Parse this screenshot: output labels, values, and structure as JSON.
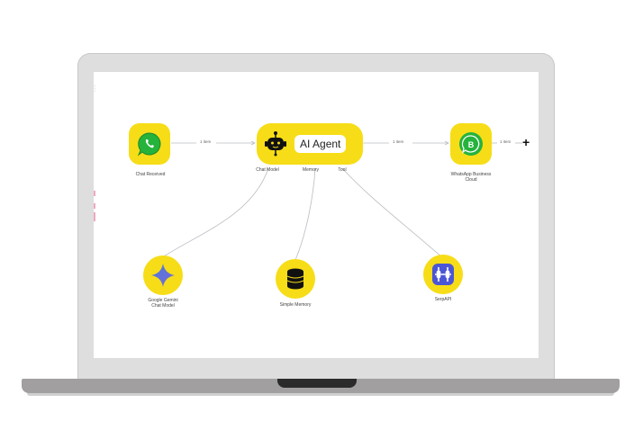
{
  "workflow": {
    "nodes": {
      "trigger": {
        "label": "Chat Received",
        "icon": "whatsapp-icon"
      },
      "agent": {
        "label": "AI Agent",
        "icon": "robot-icon",
        "ports": [
          "Chat Model",
          "Memory",
          "Tool"
        ]
      },
      "output": {
        "label_line1": "WhatsApp Business",
        "label_line2": "Cloud",
        "icon": "whatsapp-business-icon"
      },
      "model": {
        "label_line1": "Google Gemini",
        "label_line2": "Chat Model",
        "icon": "gemini-star-icon"
      },
      "memory": {
        "label": "Simple Memory",
        "icon": "database-icon"
      },
      "tool": {
        "label": "SerpAPI",
        "icon": "serpapi-icon"
      }
    },
    "edges": {
      "trigger_to_agent": "1 item",
      "agent_to_output": "1 item",
      "output_to_next": "1 item"
    },
    "add_node_symbol": "+"
  },
  "colors": {
    "node_yellow": "#f6dd17",
    "whatsapp_green": "#25b33c",
    "gemini_blue": "#4a7bd8",
    "serpapi_blue": "#4b56d6"
  }
}
